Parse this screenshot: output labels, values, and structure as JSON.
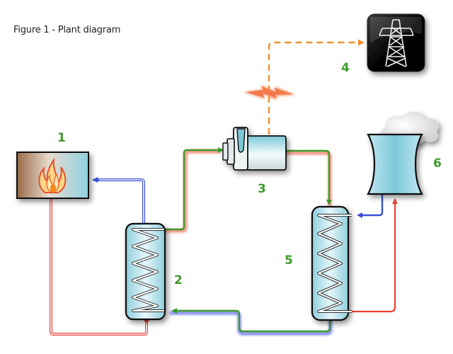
{
  "title": "Figure 1 - Plant diagram",
  "components": [
    {
      "id": "1",
      "name": "boiler",
      "icon": "flame-icon"
    },
    {
      "id": "2",
      "name": "heat-exchanger",
      "icon": "coil-vessel-icon"
    },
    {
      "id": "3",
      "name": "turbine-generator",
      "icon": "pump-turbine-icon"
    },
    {
      "id": "4",
      "name": "power-grid",
      "icon": "transmission-tower-icon"
    },
    {
      "id": "5",
      "name": "condenser",
      "icon": "coil-vessel-icon"
    },
    {
      "id": "6",
      "name": "cooling-tower",
      "icon": "cooling-tower-icon"
    }
  ],
  "colors": {
    "hot_line": "#e8403a",
    "cold_line": "#3a4fd8",
    "working_fluid": "#3e9a2c",
    "electric": "#f0902a",
    "label": "#3e9a2c"
  }
}
